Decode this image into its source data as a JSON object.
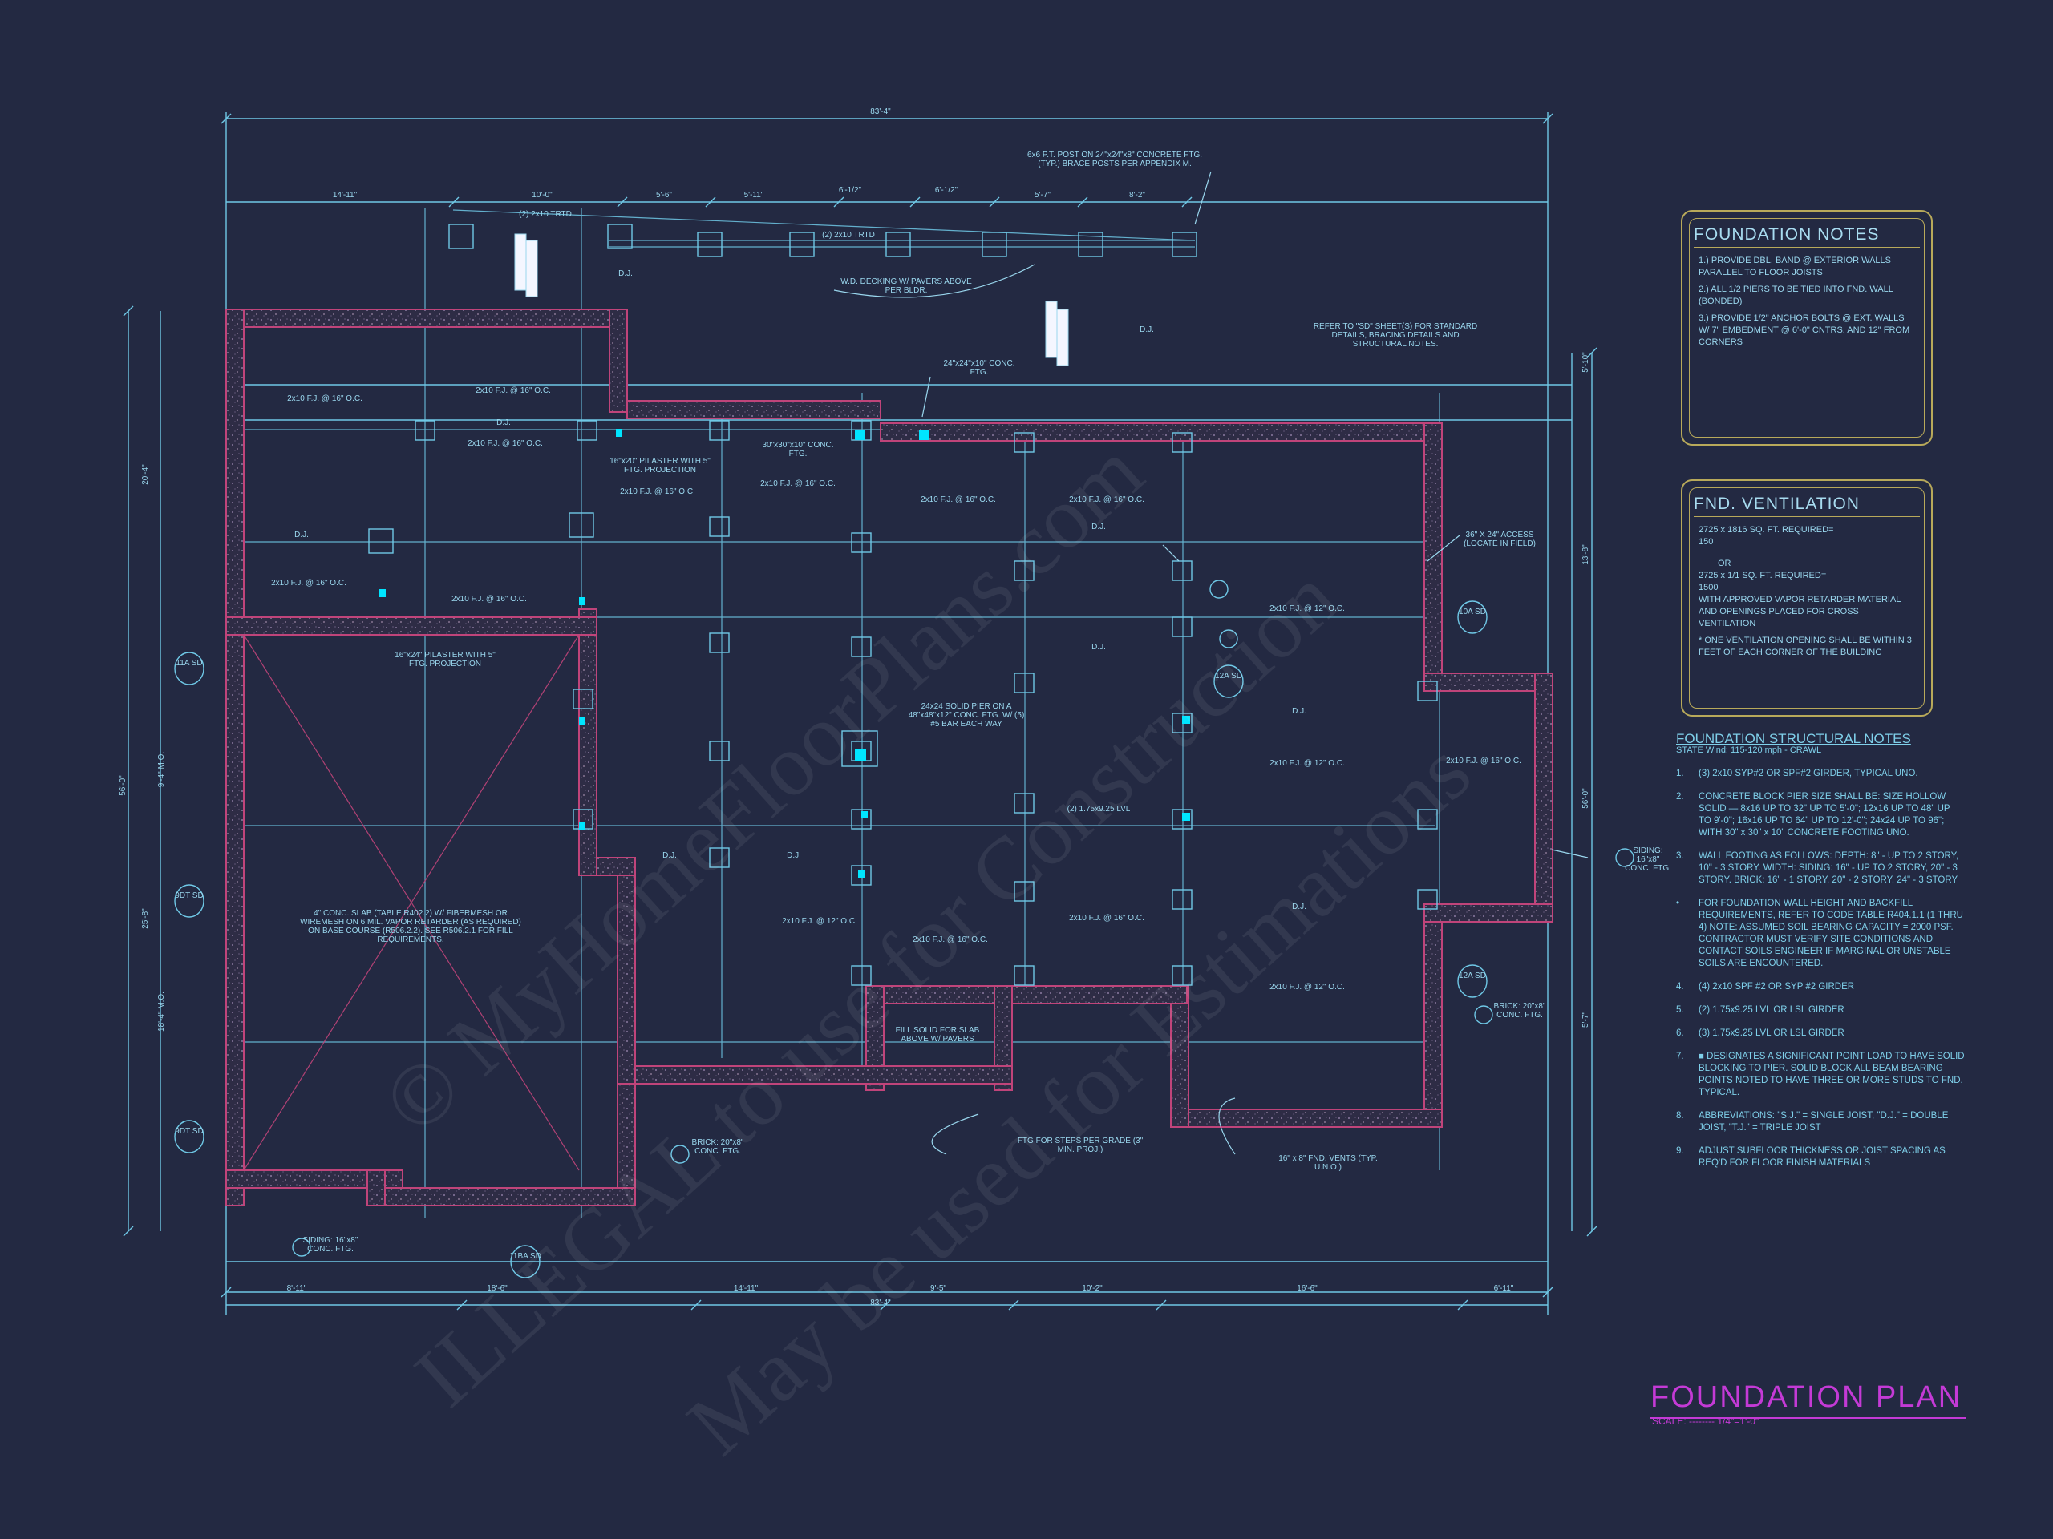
{
  "plan": {
    "overall_dim_top": "83'-4\"",
    "overall_dim_bottom": "83'-4\"",
    "dims_top_row": [
      "14'-11\"",
      "10'-0\"",
      "5'-6\"",
      "5'-11\"",
      "6'-1/2\"",
      "6'-1/2\"",
      "5'-7\"",
      "8'-2\""
    ],
    "dims_bottom_row": [
      "8'-11\"",
      "18'-6\"",
      "14'-11\"",
      "9'-5\"",
      "10'-2\"",
      "16'-6\"",
      "6'-11\""
    ],
    "dims_left": [
      "20'-4\"",
      "56'-0\"",
      "9'-4\" M.O.",
      "25'-8\"",
      "18'-4\" M.O."
    ],
    "dims_right": [
      "5'-10\"",
      "56'-0\"",
      "13'-8\"",
      "5'-7\""
    ],
    "labels": {
      "post": "6x6 P.T. POST ON 24\"x24\"x8\" CONCRETE FTG. (TYP.) BRACE POSTS PER APPENDIX M.",
      "decking": "W.D. DECKING W/ PAVERS ABOVE PER BLDR.",
      "refer": "REFER TO \"SD\" SHEET(S) FOR STANDARD DETAILS, BRACING DETAILS AND STRUCTURAL NOTES.",
      "ftg24": "24\"x24\"x10\" CONC. FTG.",
      "ftg30a": "30\"x30\"x10\" CONC. FTG.",
      "pilaster20": "16\"x20\" PILASTER WITH 5\" FTG. PROJECTION",
      "pilaster24": "16\"x24\" PILASTER WITH 5\" FTG. PROJECTION",
      "access": "36\" X 24\" ACCESS (LOCATE IN FIELD)",
      "solid_pier": "24x24 SOLID PIER ON A 48\"x48\"x12\" CONC. FTG. W/ (5) #5 BAR EACH WAY",
      "slab": "4\" CONC. SLAB (TABLE R402.2) W/ FIBERMESH OR WIREMESH ON 6 MIL. VAPOR RETARDER (AS REQUIRED) ON BASE COURSE (R506.2.2). SEE R506.2.1 FOR FILL REQUIREMENTS.",
      "fill_solid": "FILL SOLID FOR SLAB ABOVE W/ PAVERS",
      "steps": "FTG FOR STEPS PER GRADE (3\" MIN. PROJ.)",
      "vents": "16\" x 8\" FND. VENTS (TYP. U.N.O.)",
      "siding_left": "SIDING: 16\"x8\" CONC. FTG.",
      "siding_right": "SIDING: 16\"x8\" CONC. FTG.",
      "brick_center": "BRICK: 20\"x8\" CONC. FTG.",
      "brick_right": "BRICK: 20\"x8\" CONC. FTG.",
      "lvl": "(2) 1.75x9.25 LVL",
      "fj12": "2x10 F.J. @ 12\" O.C.",
      "fj16": "2x10 F.J. @ 16\" O.C.",
      "dj": "D.J.",
      "trtd": "(2) 2x10 TRTD"
    },
    "section_tags": [
      "11A SD",
      "9DT SD",
      "9DT SD",
      "11BA SD",
      "10A SD",
      "12A SD",
      "12A SD"
    ]
  },
  "foundation_notes": {
    "title": "FOUNDATION NOTES",
    "items": [
      "1.) PROVIDE DBL. BAND @ EXTERIOR WALLS PARALLEL TO FLOOR JOISTS",
      "2.) ALL 1/2 PIERS TO BE TIED INTO FND. WALL (BONDED)",
      "3.) PROVIDE 1/2\" ANCHOR BOLTS @ EXT. WALLS W/ 7\" EMBEDMENT @ 6'-0\" CNTRS. AND 12\" FROM CORNERS"
    ]
  },
  "fnd_ventilation": {
    "title": "FND. VENTILATION",
    "lines": [
      "2725 x 1816 SQ. FT. REQUIRED=",
      "150",
      "OR",
      "2725 x 1/1 SQ. FT. REQUIRED=",
      "1500",
      "WITH APPROVED VAPOR RETARDER MATERIAL AND OPENINGS PLACED FOR CROSS VENTILATION",
      "* ONE VENTILATION OPENING SHALL BE WITHIN 3 FEET OF EACH CORNER OF THE BUILDING"
    ]
  },
  "structural_notes": {
    "title": "FOUNDATION STRUCTURAL NOTES",
    "subtitle": "STATE Wind: 115-120 mph - CRAWL",
    "items": [
      {
        "n": "1.",
        "t": "(3) 2x10 SYP#2 OR SPF#2 GIRDER, TYPICAL UNO."
      },
      {
        "n": "2.",
        "t": "CONCRETE BLOCK PIER SIZE SHALL BE: SIZE HOLLOW SOLID — 8x16 UP TO 32\" UP TO 5'-0\"; 12x16 UP TO 48\" UP TO 9'-0\"; 16x16 UP TO 64\" UP TO 12'-0\"; 24x24 UP TO 96\"; WITH 30\" x 30\" x 10\" CONCRETE FOOTING UNO."
      },
      {
        "n": "3.",
        "t": "WALL FOOTING AS FOLLOWS: DEPTH: 8\" - UP TO 2 STORY, 10\" - 3 STORY. WIDTH: SIDING: 16\" - UP TO 2 STORY, 20\" - 3 STORY. BRICK: 16\" - 1 STORY, 20\" - 2 STORY, 24\" - 3 STORY"
      },
      {
        "n": "•",
        "t": "FOR FOUNDATION WALL HEIGHT AND BACKFILL REQUIREMENTS, REFER TO CODE TABLE R404.1.1 (1 THRU 4) NOTE: ASSUMED SOIL BEARING CAPACITY = 2000 PSF. CONTRACTOR MUST VERIFY SITE CONDITIONS AND CONTACT SOILS ENGINEER IF MARGINAL OR UNSTABLE SOILS ARE ENCOUNTERED."
      },
      {
        "n": "4.",
        "t": "(4) 2x10 SPF #2 OR SYP #2 GIRDER"
      },
      {
        "n": "5.",
        "t": "(2) 1.75x9.25 LVL OR LSL GIRDER"
      },
      {
        "n": "6.",
        "t": "(3) 1.75x9.25 LVL OR LSL GIRDER"
      },
      {
        "n": "7.",
        "t": "■ DESIGNATES A SIGNIFICANT POINT LOAD TO HAVE SOLID BLOCKING TO PIER. SOLID BLOCK ALL BEAM BEARING POINTS NOTED TO HAVE THREE OR MORE STUDS TO FND. TYPICAL."
      },
      {
        "n": "8.",
        "t": "ABBREVIATIONS: \"S.J.\" = SINGLE JOIST, \"D.J.\" = DOUBLE JOIST, \"T.J.\" = TRIPLE JOIST"
      },
      {
        "n": "9.",
        "t": "ADJUST SUBFLOOR THICKNESS OR JOIST SPACING AS REQ'D FOR FLOOR FINISH MATERIALS"
      }
    ]
  },
  "title_block": {
    "title": "FOUNDATION PLAN",
    "scale": "SCALE: -------- 1/4\"=1'-0\""
  },
  "watermark": {
    "line1": "© MyHomeFloorPlans.com",
    "line2": "ILLEGAL to use for Construction",
    "line3": "May be used for Estimations"
  },
  "colors": {
    "background": "#232942",
    "lines": "#6fc8e6",
    "wall_edge": "#c0447a",
    "accent": "#00e5ff",
    "title": "#c43ad6",
    "panel_border": "#b8a95a"
  }
}
